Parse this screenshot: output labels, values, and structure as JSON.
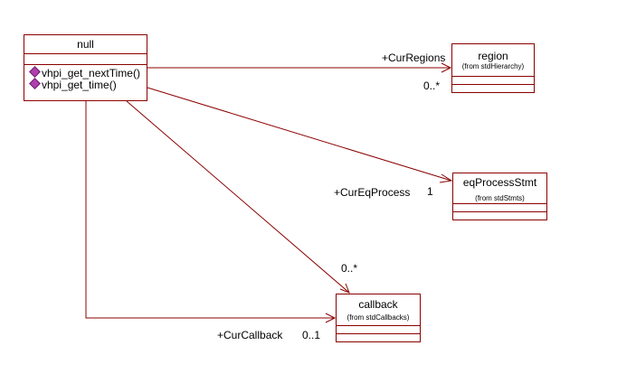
{
  "classes": {
    "null": {
      "name": "null",
      "operations": [
        "vhpi_get_nextTime()",
        "vhpi_get_time()"
      ]
    },
    "region": {
      "name": "region",
      "package": "(from stdHierarchy)"
    },
    "eqProcessStmt": {
      "name": "eqProcessStmt",
      "package": "(from stdStmts)"
    },
    "callback": {
      "name": "callback",
      "package": "(from stdCallbacks)"
    }
  },
  "associations": {
    "cur_regions": {
      "role": "+CurRegions",
      "multiplicity": "0..*"
    },
    "cur_eq_process": {
      "role": "+CurEqProcess",
      "multiplicity": "1"
    },
    "callback_multi": {
      "multiplicity": "0..*"
    },
    "cur_callback": {
      "role": "+CurCallback",
      "multiplicity": "0..1"
    }
  },
  "colors": {
    "line": "#8b0000",
    "operation_icon": "#b03fb0",
    "background": "#ffffff"
  }
}
